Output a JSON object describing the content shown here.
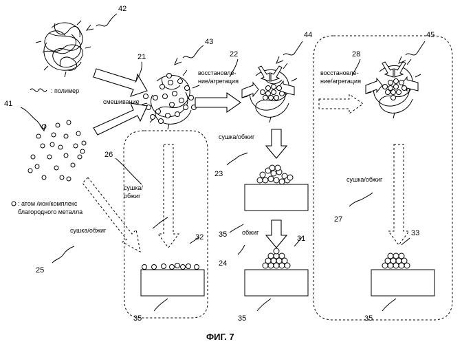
{
  "caption": "ФИГ. 7",
  "legend": {
    "polymer": ": полимер",
    "atom_line1": ": атом /ион/комплекс",
    "atom_line2": "благородного металла"
  },
  "labels": {
    "mixing": "смешивание",
    "reduction_a_line1": "восстановле-",
    "reduction_a_line2": "ние/агрегация",
    "reduction_b_line1": "восстановле-",
    "reduction_b_line2": "ние/агрегация",
    "drying_firing_top": "сушка/обжиг",
    "drying_left_line1": "сушка/",
    "drying_left_line2": "обжиг",
    "drying_firing_diag": "сушка/обжиг",
    "firing": "обжиг",
    "drying_firing_right": "сушка/обжиг"
  },
  "refs": {
    "r41": "41",
    "r42": "42",
    "r43": "43",
    "r44": "44",
    "r45": "45",
    "r21": "21",
    "r22": "22",
    "r28": "28",
    "r26": "26",
    "r23": "23",
    "r25": "25",
    "r27": "27",
    "r24": "24",
    "r32": "32",
    "r31": "31",
    "r33": "33",
    "r35a": "35",
    "r35b": "35",
    "r35c": "35",
    "r35d": "35"
  }
}
